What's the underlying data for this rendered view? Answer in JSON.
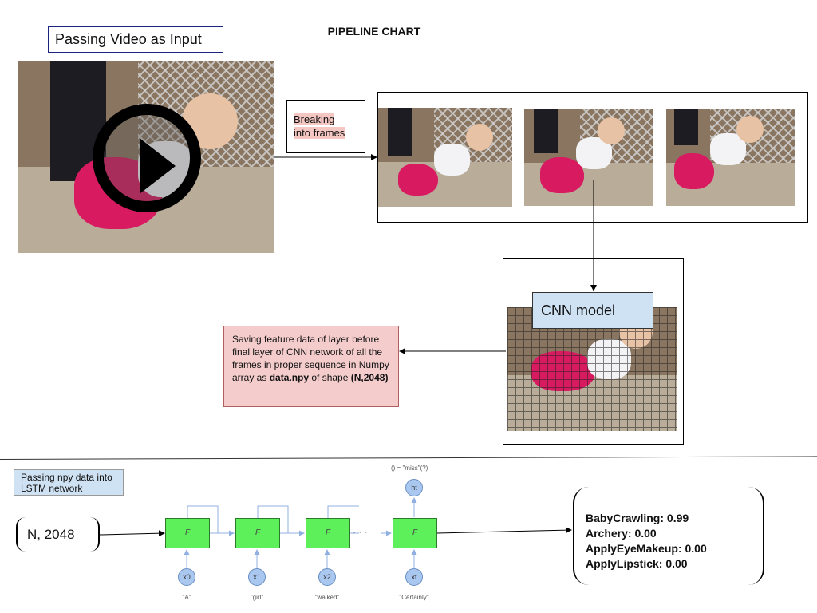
{
  "title": "PIPELINE CHART",
  "video_label": "Passing Video as Input",
  "frames_label": {
    "line1": "Breaking",
    "line2": "into frames"
  },
  "cnn_label": "CNN model",
  "feature_box": {
    "text_1": "Saving feature data of layer before final layer of CNN network of all the frames in proper sequence in Numpy array as ",
    "bold_1": "data.npy",
    "text_2": " of shape ",
    "bold_2": "(N,2048)"
  },
  "lstm_label": "Passing npy data into LSTM network",
  "input_shape": "N, 2048",
  "lstm": {
    "cell_label": "F",
    "inputs": [
      "x0",
      "x1",
      "x2",
      "xt"
    ],
    "words": [
      "\"A\"",
      "\"girl\"",
      "\"walked\"",
      "\"Certainly\""
    ],
    "output_node": "ht",
    "output_caption": "() = \"miss\"(?)",
    "dots": "· · ·"
  },
  "predictions": [
    "BabyCrawling: 0.99",
    "Archery: 0.00",
    "ApplyEyeMakeup: 0.00",
    "ApplyLipstick: 0.00"
  ]
}
